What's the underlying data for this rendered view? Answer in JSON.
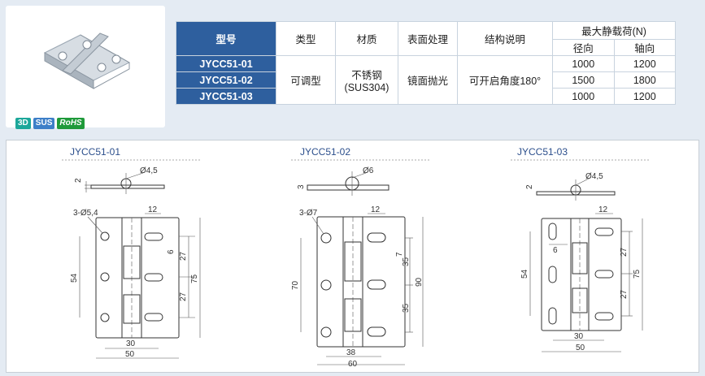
{
  "badges": {
    "b3d": "3D",
    "sus": "SUS",
    "rohs": "RoHS"
  },
  "table": {
    "headers": {
      "model": "型号",
      "type": "类型",
      "material": "材质",
      "surface": "表面处理",
      "structure": "结构说明",
      "load": "最大静载荷(N)",
      "radial": "径向",
      "axial": "轴向"
    },
    "type_val": "可调型",
    "material_val_1": "不锈钢",
    "material_val_2": "(SUS304)",
    "surface_val": "镜面抛光",
    "structure_val": "可开启角度180°",
    "rows": [
      {
        "model": "JYCC51-01",
        "radial": "1000",
        "axial": "1200"
      },
      {
        "model": "JYCC51-02",
        "radial": "1500",
        "axial": "1800"
      },
      {
        "model": "JYCC51-03",
        "radial": "1000",
        "axial": "1200"
      }
    ]
  },
  "drawings": {
    "d1": {
      "title": "JYCC51-01",
      "hole": "Ø4,5",
      "thick": "2",
      "holes": "3-Ø5,4",
      "w_top": "12",
      "h6": "6",
      "h27a": "27",
      "h27b": "27",
      "h75": "75",
      "h54": "54",
      "w30": "30",
      "w50": "50"
    },
    "d2": {
      "title": "JYCC51-02",
      "hole": "Ø6",
      "thick": "3",
      "holes": "3-Ø7",
      "w_top": "12",
      "h7": "7",
      "h35a": "35",
      "h35b": "35",
      "h90": "90",
      "h70": "70",
      "w38": "38",
      "w60": "60"
    },
    "d3": {
      "title": "JYCC51-03",
      "hole": "Ø4,5",
      "thick": "2",
      "w_top": "12",
      "h6": "6",
      "h27a": "27",
      "h27b": "27",
      "h75": "75",
      "h54": "54",
      "w30": "30",
      "w50": "50"
    }
  }
}
